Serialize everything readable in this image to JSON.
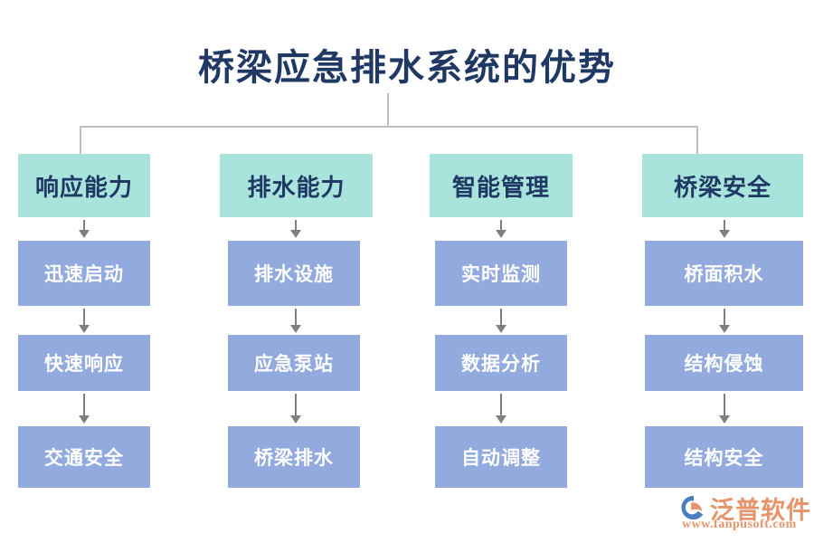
{
  "diagram": {
    "title": "桥梁应急排水系统的优势",
    "type": "flowchart-tree",
    "title_color": "#1F3864",
    "header_box_color": "#A8E4DC",
    "node_box_color": "#93AADE",
    "connector_color": "#BFBFBF",
    "arrow_color": "#808080",
    "columns": [
      {
        "header": "响应能力",
        "nodes": [
          "迅速启动",
          "快速响应",
          "交通安全"
        ]
      },
      {
        "header": "排水能力",
        "nodes": [
          "排水设施",
          "应急泵站",
          "桥梁排水"
        ]
      },
      {
        "header": "智能管理",
        "nodes": [
          "实时监测",
          "数据分析",
          "自动调整"
        ]
      },
      {
        "header": "桥梁安全",
        "nodes": [
          "桥面积水",
          "结构侵蚀",
          "结构安全"
        ]
      }
    ]
  },
  "footer": {
    "logo_name": "泛普软件",
    "logo_url": "www.fanpusoft.com",
    "logo_color": "#E8946A",
    "mark_color": "#4A7FBF"
  }
}
